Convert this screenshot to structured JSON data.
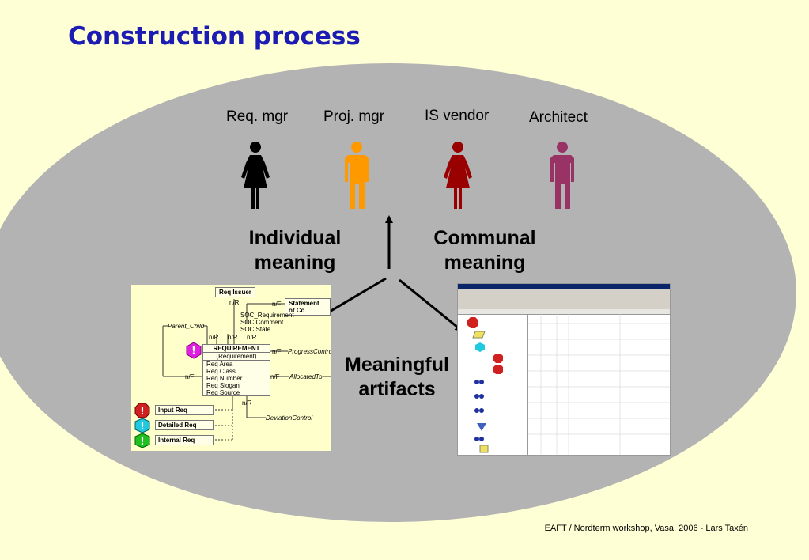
{
  "title": "Construction process",
  "roles": [
    {
      "label": "Req. mgr",
      "icon": "woman-icon",
      "color": "#000000"
    },
    {
      "label": "Proj. mgr",
      "icon": "man-icon",
      "color": "#FF9900"
    },
    {
      "label": "IS vendor",
      "icon": "woman-icon",
      "color": "#990000"
    },
    {
      "label": "Architect",
      "icon": "man-icon",
      "color": "#993366"
    }
  ],
  "individual_meaning": "Individual meaning",
  "communal_meaning": "Communal meaning",
  "meaningful_artifacts": "Meaningful artifacts",
  "diagram": {
    "req_issuer": "Req Issuer",
    "statement": "Statement of Co",
    "soc_requirement": "SOC_Requirement",
    "soc_comment": "SOC Comment",
    "soc_state": "SOC State",
    "parent_child": "Parent_Child",
    "requirement_header": "REQUIREMENT",
    "requirement_sub": "(Requirement)",
    "requirement_fields": [
      "Req Area",
      "Req Class",
      "Req Number",
      "Req Slogan",
      "Req Source"
    ],
    "progress_control": "ProgressControl",
    "allocated_to": "AllocatedTo",
    "deviation_control": "DeviationControl",
    "input_req": "Input Req",
    "detailed_req": "Detailed Req",
    "internal_req": "Internal Req",
    "nr": "n/R",
    "nf": "n/F"
  },
  "footer": "EAFT / Nordterm workshop, Vasa, 2006 - Lars Taxén",
  "colors": {
    "title": "#1C1CB4",
    "background": "#FFFFD5",
    "ellipse": "#B3B3B3"
  }
}
